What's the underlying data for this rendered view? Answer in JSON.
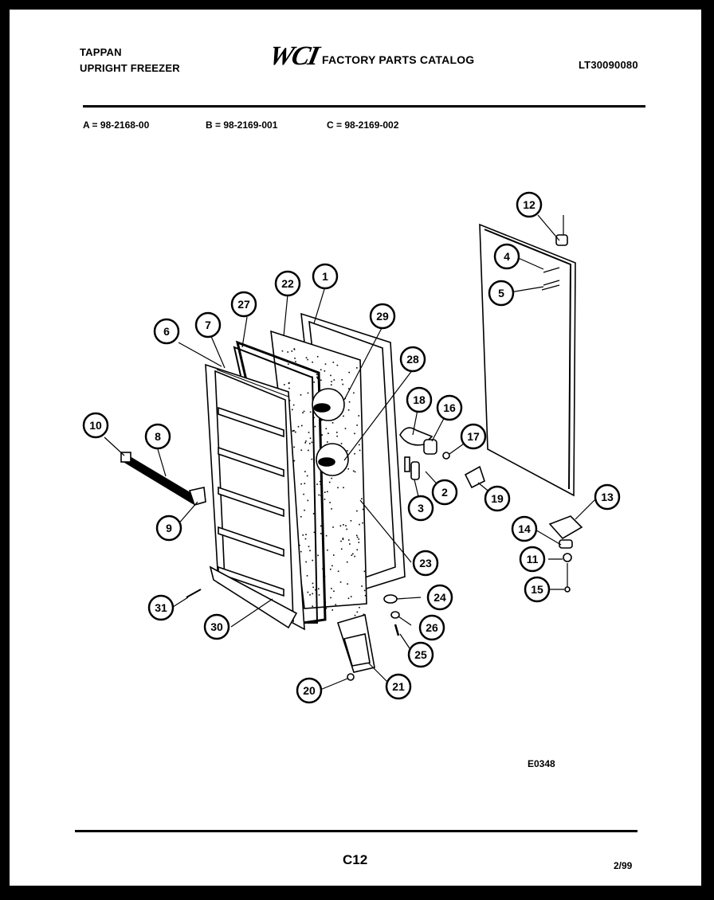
{
  "header": {
    "brand": "TAPPAN",
    "product": "UPRIGHT FREEZER",
    "logo_text": "WCI",
    "catalog_title": "FACTORY PARTS CATALOG",
    "model_code": "LT30090080"
  },
  "models": [
    {
      "label": "A = 98-2168-00"
    },
    {
      "label": "B = 98-2169-001"
    },
    {
      "label": "C = 98-2169-002"
    }
  ],
  "diagram": {
    "drawing_code": "E0348",
    "callouts": [
      "12",
      "4",
      "5",
      "22",
      "1",
      "27",
      "29",
      "7",
      "6",
      "28",
      "18",
      "16",
      "17",
      "10",
      "8",
      "2",
      "3",
      "19",
      "13",
      "9",
      "14",
      "11",
      "23",
      "15",
      "24",
      "31",
      "30",
      "26",
      "25",
      "20",
      "21"
    ]
  },
  "footer": {
    "page": "C12",
    "date": "2/99"
  },
  "colors": {
    "ink": "#000000",
    "paper": "#ffffff",
    "frame": "#000000"
  }
}
